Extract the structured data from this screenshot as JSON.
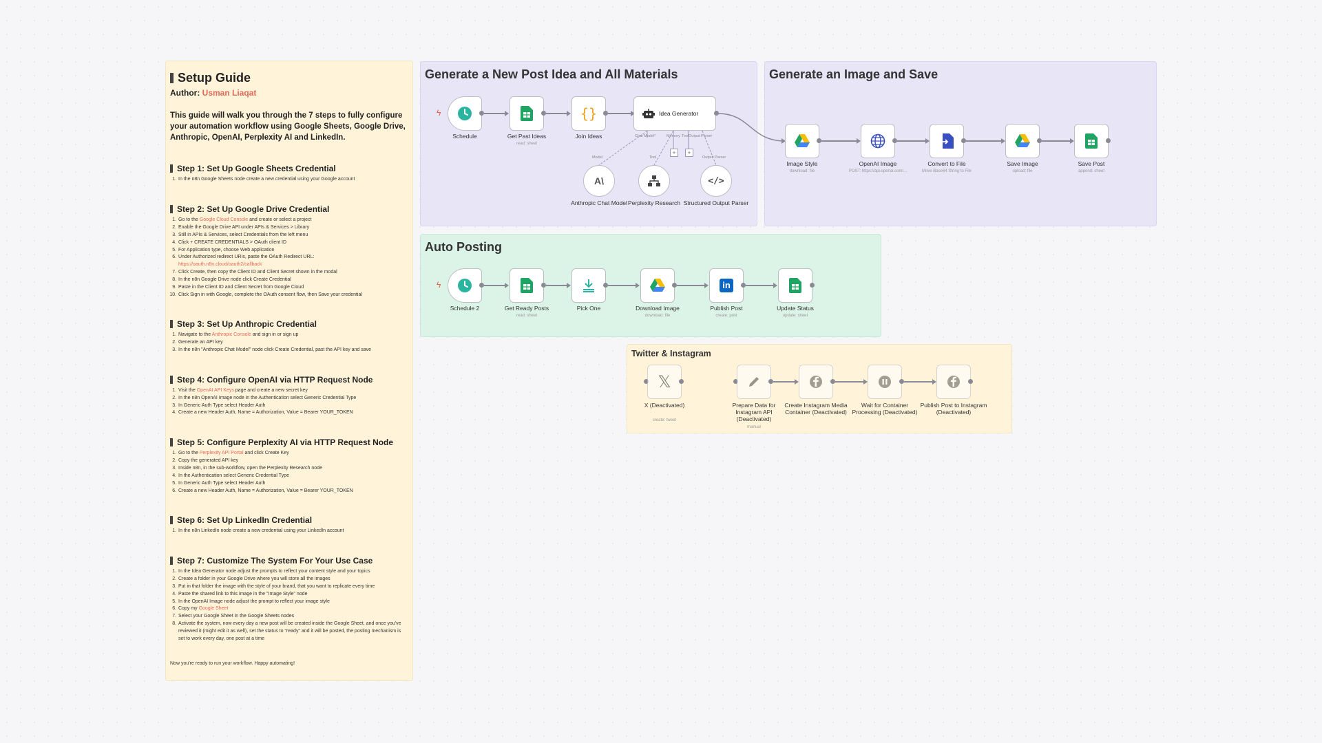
{
  "guide": {
    "title": "Setup Guide",
    "author_label": "Author:",
    "author_name": "Usman Liaqat",
    "intro": "This guide will walk you through the 7 steps to fully configure your automation workflow using Google Sheets, Google Drive, Anthropic, OpenAI, Perplexity AI and LinkedIn.",
    "step1": {
      "title": "Step 1: Set Up Google Sheets Credential",
      "items": [
        "In the n8n Google Sheets node create a new credential using your Google account"
      ]
    },
    "step2": {
      "title": "Step 2: Set Up Google Drive Credential",
      "go_to": "Go to the",
      "link": "Google Cloud Console",
      "after": "and create or select a project",
      "items": [
        "Enable the Google Drive API under APIs & Services > Library",
        "Still in APIs & Services, select Credentials from the left menu",
        "Click + CREATE CREDENTIALS > OAuth client ID",
        "For Application type, choose Web application",
        "Under Authorized redirect URIs, paste the OAuth Redirect URL:"
      ],
      "url": "https://oauth.n8n.cloud/oauth2/callback",
      "items2": [
        "Click Create, then copy the Client ID and Client Secret shown in the modal",
        "In the n8n Google Drive node click Create Credential",
        "Paste in the Client ID and Client Secret from Google Cloud",
        "Click Sign in with Google, complete the OAuth consent flow, then Save your credential"
      ]
    },
    "step3": {
      "title": "Step 3: Set Up Anthropic Credential",
      "nav": "Navigate to the",
      "link": "Anthropic Console",
      "after": "and sign in or sign up",
      "items": [
        "Generate an API key",
        "In the n8n \"Anthropic Chat Model\" node click Create Credential, past the API key and save"
      ]
    },
    "step4": {
      "title": "Step 4: Configure OpenAI via HTTP Request Node",
      "visit": "Visit the",
      "link": "OpenAI API Keys",
      "after": "page and create a new secret key",
      "items": [
        "In the n8n OpenAI Image node in the Authentication select Generic Credential Type",
        "In Generic Auth Type select Header Auth",
        "Create a new Header Auth, Name = Authorization, Value = Bearer YOUR_TOKEN"
      ]
    },
    "step5": {
      "title": "Step 5: Configure Perplexity AI via HTTP Request Node",
      "go_to": "Go to the",
      "link": "Perplexity API Portal",
      "after": "and click Create Key",
      "items": [
        "Copy the generated API key",
        "Inside n8n, in the sub-workflow, open the Perplexity Research node",
        "In the Authentication select Generic Credential Type",
        "In Generic Auth Type select Header Auth",
        "Create a new Header Auth, Name = Authorization, Value = Bearer YOUR_TOKEN"
      ]
    },
    "step6": {
      "title": "Step 6: Set Up LinkedIn Credential",
      "items": [
        "In the n8n LinkedIn node create a new credential using your LinkedIn account"
      ]
    },
    "step7": {
      "title": "Step 7: Customize The System For Your Use Case",
      "items": [
        "In the Idea Generator node adjust the prompts to reflect your content style and your topics",
        "Create a folder in your Google Drive where you will store all the images",
        "Put in that folder the image with the style of your brand, that you want to replicate every time",
        "Paste the shared link to this image in the \"Image Style\" node",
        "In the OpenAI Image node adjust the prompt to reflect your image style"
      ],
      "copy": "Copy my",
      "link": "Google Sheet",
      "items2": [
        "Select your Google Sheet in the Google Sheets nodes",
        "Activate the system, now every day a new post will be created inside the Google Sheet, and once you've reviewed it (might edit it as well), set the status to \"ready\" and it will be posted, the posting mechanism is set to work every day, one post at a time"
      ]
    },
    "outro": "Now you're ready to run your workflow. Happy automating!"
  },
  "sections": {
    "idea": "Generate a New Post Idea and All Materials",
    "image": "Generate an Image and Save",
    "auto": "Auto Posting",
    "social": "Twitter & Instagram"
  },
  "nodes": {
    "schedule": {
      "label": "Schedule"
    },
    "get_past": {
      "label": "Get Past Ideas",
      "sub": "read: sheet"
    },
    "join": {
      "label": "Join Ideas"
    },
    "idea_gen": {
      "label": "Idea Generator",
      "ports": [
        "Chat Model*",
        "Memory",
        "Tool",
        "Output Parser"
      ]
    },
    "anthropic": {
      "label": "Anthropic Chat Model",
      "conn": "Model"
    },
    "perplexity": {
      "label": "Perplexity Research",
      "conn": "Tool"
    },
    "parser": {
      "label": "Structured Output Parser",
      "conn": "Output Parser"
    },
    "image_style": {
      "label": "Image Style",
      "sub": "download: file"
    },
    "openai_image": {
      "label": "OpenAI Image",
      "sub": "POST: https://api.openai.com/..."
    },
    "convert": {
      "label": "Convert to File",
      "sub": "Move Base64 String to File"
    },
    "save_image": {
      "label": "Save Image",
      "sub": "upload: file"
    },
    "save_post": {
      "label": "Save Post",
      "sub": "append: sheet"
    },
    "schedule2": {
      "label": "Schedule 2"
    },
    "get_ready": {
      "label": "Get Ready Posts",
      "sub": "read: sheet"
    },
    "pick_one": {
      "label": "Pick One"
    },
    "download": {
      "label": "Download Image",
      "sub": "download: file"
    },
    "publish": {
      "label": "Publish Post",
      "sub": "create: post"
    },
    "update": {
      "label": "Update Status",
      "sub": "update: sheet"
    },
    "x": {
      "label": "X (Deactivated)",
      "sub": "create: tweet"
    },
    "prepare": {
      "label": "Prepare Data for Instagram API (Deactivated)",
      "sub": "manual"
    },
    "ig_container": {
      "label": "Create Instagram Media Container (Deactivated)"
    },
    "wait": {
      "label": "Wait for Container Processing (Deactivated)"
    },
    "ig_publish": {
      "label": "Publish Post to Instagram (Deactivated)"
    }
  },
  "colors": {
    "guide_bg": "#fff4d9",
    "purple_bg": "#e7e5f6",
    "green_bg": "#dcf3e8",
    "accent_link": "#e4685a",
    "sheets_green": "#1fa463",
    "schedule_teal": "#2bb5a0",
    "linkedin_blue": "#0a66c2",
    "trigger_red": "#ef5a45"
  }
}
